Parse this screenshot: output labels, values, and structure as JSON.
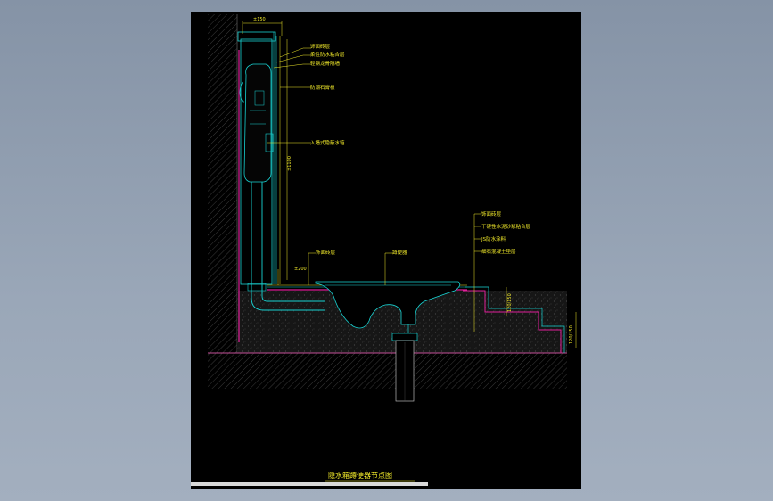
{
  "colors": {
    "viewport_bg": "#8b98aa",
    "sheet_bg": "#000000",
    "annotation": "#f2ea2a",
    "outline": "#18d3d3",
    "membrane": "#e0209a",
    "hatch": "#3b3b3b"
  },
  "dimensions": {
    "top_offset": "±150",
    "wall_height": "±1100",
    "floor_offset": "±200",
    "step_upper": "120/150",
    "step_lower": "120/150"
  },
  "labels": {
    "wall_1": "饰面砖层",
    "wall_2": "柔性防水粘合层",
    "wall_3": "轻钢龙骨隔墙",
    "wall_4": "防潮石膏板",
    "tank": "入墙式隐蔽水箱",
    "floor_left": "饰面砖层",
    "pan": "蹲便器",
    "floor_1": "饰面砖层",
    "floor_2": "干硬性水泥砂浆粘合层",
    "floor_3": "JS防水涂料",
    "floor_4": "细石混凝土垫层"
  },
  "drawing": {
    "title": "隐水箱蹲便器节点图"
  },
  "scrollbar": {
    "icon": "horizontal-scrollbar"
  }
}
